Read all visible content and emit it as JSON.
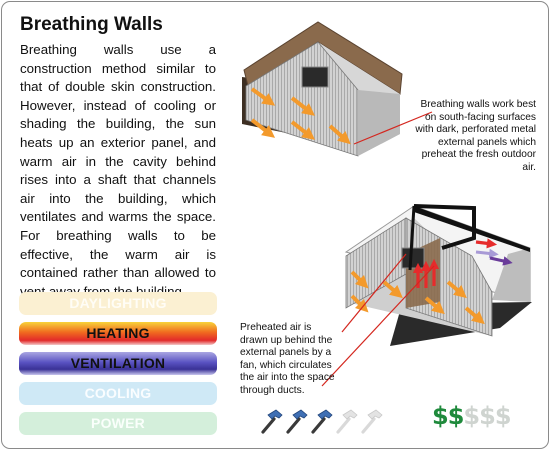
{
  "title": "Breathing Walls",
  "description": "Breathing walls use a construction method similar to that of double skin construction.  However, instead of cooling or shading the building, the sun heats up an exterior panel, and warm air in the cavity behind rises into a shaft that channels air into the building, which ventilates and warms the space.  For breathing walls to be effective, the warm air is contained rather than allowed to vent away from the building.",
  "strategies": [
    {
      "label": "DAYLIGHTING",
      "active": false
    },
    {
      "label": "HEATING",
      "active": true
    },
    {
      "label": "VENTILATION",
      "active": true
    },
    {
      "label": "COOLING",
      "active": false
    },
    {
      "label": "POWER",
      "active": false
    }
  ],
  "callouts": {
    "exterior": "Breathing walls work best on south-facing surfaces with dark, perforated metal external panels which preheat the fresh outdoor air.",
    "interior": "Preheated air is drawn up behind the external panels by a fan, which circulates the air into the space through ducts."
  },
  "ratings": {
    "difficulty": {
      "icon": "hammer-icon",
      "filled": 3,
      "total": 5
    },
    "cost": {
      "symbol": "$",
      "filled": 2,
      "total": 5
    }
  },
  "colors": {
    "panel": "#c9c9c9",
    "roof": "#8a6a4c",
    "arrow": "#f39a2c",
    "heating": "#e22a2a",
    "ventilation": "#3a3296",
    "cost": "#1f8a3c"
  }
}
